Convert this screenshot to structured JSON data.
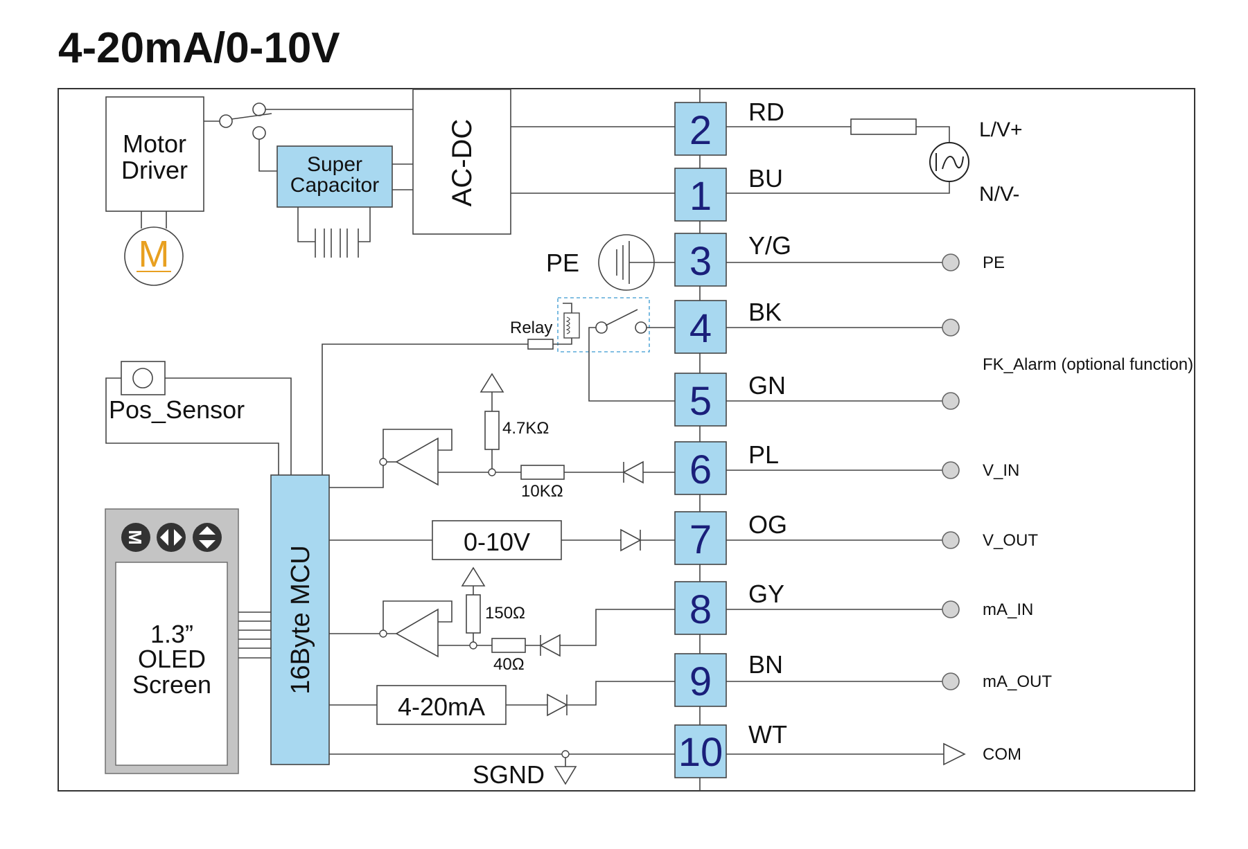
{
  "title": "4-20mA/0-10V",
  "blocks": {
    "motor_driver": [
      "Motor",
      "Driver"
    ],
    "motor": "M",
    "super_capacitor": [
      "Super",
      "Capacitor"
    ],
    "ac_dc": "AC-DC",
    "pe_symbol_label": "PE",
    "relay": "Relay",
    "pos_sensor": "Pos_Sensor",
    "mcu": "16Byte MCU",
    "oled": [
      "1.3”",
      "OLED",
      "Screen"
    ],
    "volt_out_block": "0-10V",
    "ma_out_block": "4-20mA",
    "r_pullup_v": "4.7KΩ",
    "r_series_v": "10KΩ",
    "r_pullup_ma": "150Ω",
    "r_series_ma": "40Ω",
    "sgnd": "SGND"
  },
  "terminals": [
    {
      "num": "2",
      "wire": "RD",
      "signal": "L/V+"
    },
    {
      "num": "1",
      "wire": "BU",
      "signal": "N/V-"
    },
    {
      "num": "3",
      "wire": "Y/G",
      "signal": "PE"
    },
    {
      "num": "4",
      "wire": "BK",
      "signal": ""
    },
    {
      "num": "5",
      "wire": "GN",
      "signal": ""
    },
    {
      "num": "6",
      "wire": "PL",
      "signal": "V_IN"
    },
    {
      "num": "7",
      "wire": "OG",
      "signal": "V_OUT"
    },
    {
      "num": "8",
      "wire": "GY",
      "signal": "mA_IN"
    },
    {
      "num": "9",
      "wire": "BN",
      "signal": "mA_OUT"
    },
    {
      "num": "10",
      "wire": "WT",
      "signal": "COM"
    }
  ],
  "alarm_label": "FK_Alarm (optional function)",
  "colors": {
    "block_fill": "#a8d8f0",
    "terminal_number": "#1a1f7a",
    "motor_letter": "#e8a020",
    "relay_box": "#5aaad8"
  },
  "icons": [
    "motor-icon",
    "ground-pe-icon",
    "ac-source-icon",
    "diode-icon",
    "ground-icon",
    "menu-button-icon",
    "left-right-button-icon",
    "up-down-button-icon"
  ]
}
